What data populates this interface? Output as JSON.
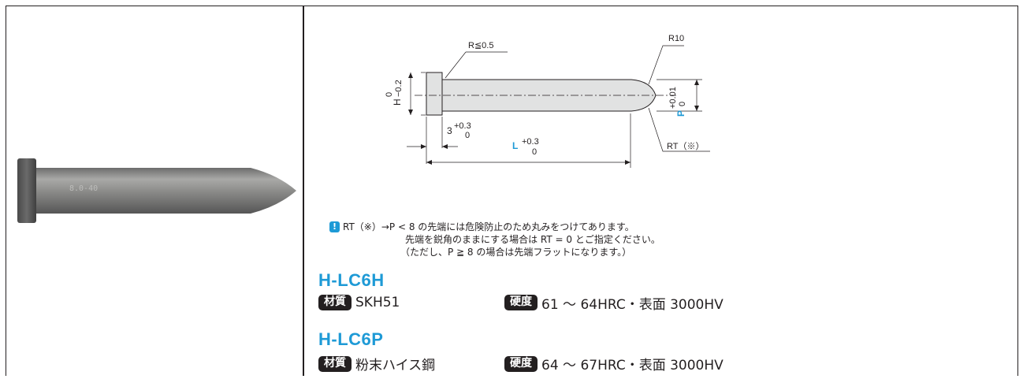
{
  "drawing": {
    "r_label": "R≦0.5",
    "r10_label": "R10",
    "h_label": "H",
    "h_tol_upper": "0",
    "h_tol_lower": "−0.2",
    "head_len": "3",
    "head_tol_upper": "+0.3",
    "head_tol_lower": "0",
    "l_label": "L",
    "l_tol_upper": "+0.3",
    "l_tol_lower": "0",
    "p_label": "P",
    "p_tol_upper": "+0.01",
    "p_tol_lower": "0",
    "rt_label": "RT（※）"
  },
  "note": {
    "head": "RT（※）→",
    "line1": "P < 8 の先端には危険防止のため丸みをつけてあります。",
    "line2": "先端を鋭角のままにする場合は RT = 0 とご指定ください。",
    "line3": "（ただし、P ≧ 8 の場合は先端フラットになります。）"
  },
  "products": [
    {
      "code": "H-LC6H",
      "material_label": "材質",
      "material": "SKH51",
      "hardness_label": "硬度",
      "hardness": "61 ～ 64HRC・表面 3000HV"
    },
    {
      "code": "H-LC6P",
      "material_label": "材質",
      "material": "粉末ハイス鋼",
      "hardness_label": "硬度",
      "hardness": "64 ～ 67HRC・表面 3000HV"
    }
  ],
  "photo": {
    "engraving": "8.0-40"
  },
  "colors": {
    "accent": "#1e9ad6",
    "ink": "#231f20"
  }
}
